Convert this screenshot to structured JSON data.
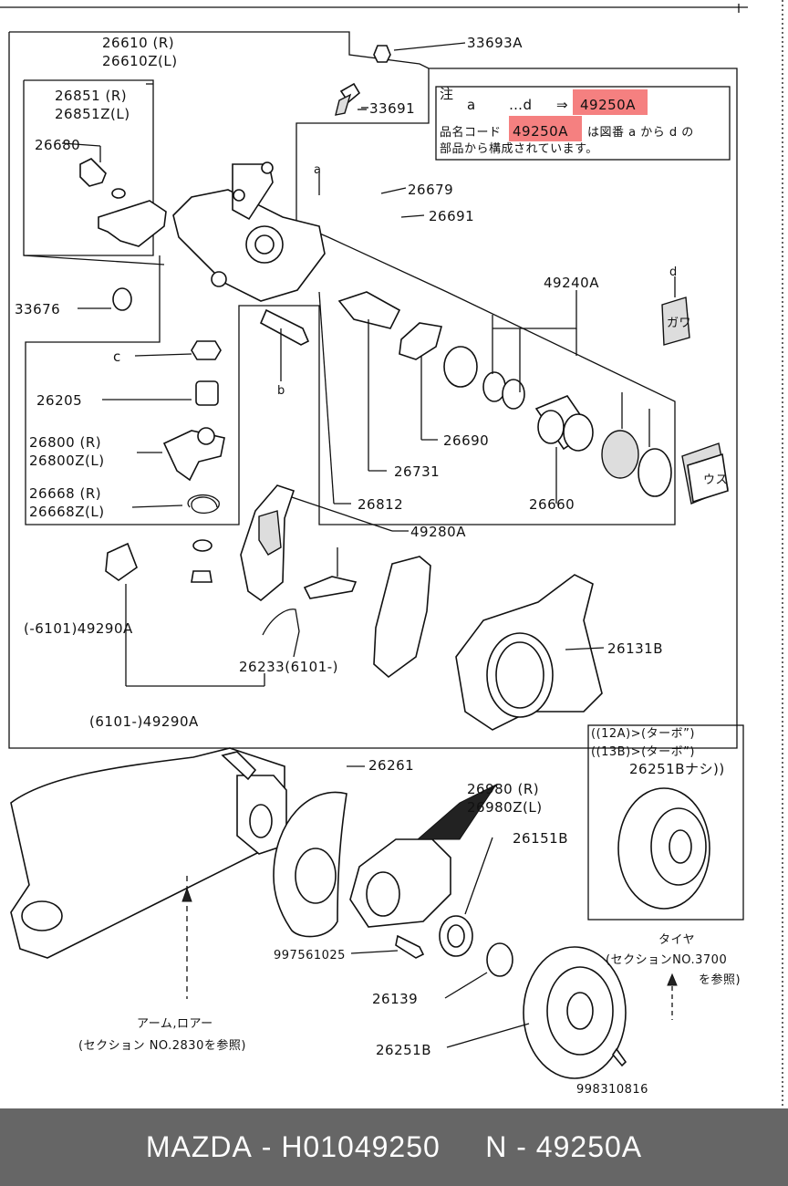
{
  "note": {
    "label": "注",
    "line1_a": "a",
    "line1_dots": "…d",
    "line1_arrow": "⇒",
    "line1_part": "49250A",
    "line2_pre": "品名コード",
    "line2_part": "49250A",
    "line2_post": "は図番 a から d の",
    "line3": "部品から構成されています。",
    "highlight_color": "#f58080"
  },
  "labels": {
    "p26610": "26610 (R)",
    "p26610z": "26610Z(L)",
    "p33693a": "33693A",
    "p26851": "26851 (R)",
    "p26851z": "26851Z(L)",
    "p33691": "33691",
    "p26680": "26680",
    "p26679": "26679",
    "p26691": "26691",
    "pa": "a",
    "pd": "d",
    "p33676": "33676",
    "p49240a": "49240A",
    "pc": "c",
    "pb": "b",
    "p26205": "26205",
    "p26690": "26690",
    "p26800": "26800 (R)",
    "p26800z": "26800Z(L)",
    "p26731": "26731",
    "p26668": "26668 (R)",
    "p26668z": "26668Z(L)",
    "p26812": "26812",
    "p26660": "26660",
    "p49280a": "49280A",
    "p49290a_old": "(-6101)49290A",
    "p26131b": "26131B",
    "p26233": "26233(6101-)",
    "p49290a_new": "(6101-)49290A",
    "cond1": "((12A)>(ターボ”)",
    "cond2": "((13B)>(ターボ”)",
    "p26251b_nashi": "26251Bナシ))",
    "p26261": "26261",
    "p26980": "26980 (R)",
    "p26980z": "26980Z(L)",
    "p26151b": "26151B",
    "p997561025": "997561025",
    "tire1": "タイヤ",
    "tire2": "(セクションNO.3700",
    "tire3": "を参照)",
    "p26139": "26139",
    "arm1": "アーム,ロアー",
    "arm2": "(セクション NO.2830を参照)",
    "p26251b": "26251B",
    "p998310816": "998310816",
    "pad_mark": "ガワ",
    "pad_mark2": "ウス"
  },
  "footer": {
    "brand": "MAZDA",
    "sep1": " - ",
    "code": "H01049250",
    "gap": "     ",
    "prefix": "N",
    "sep2": " - ",
    "part": "49250A"
  }
}
